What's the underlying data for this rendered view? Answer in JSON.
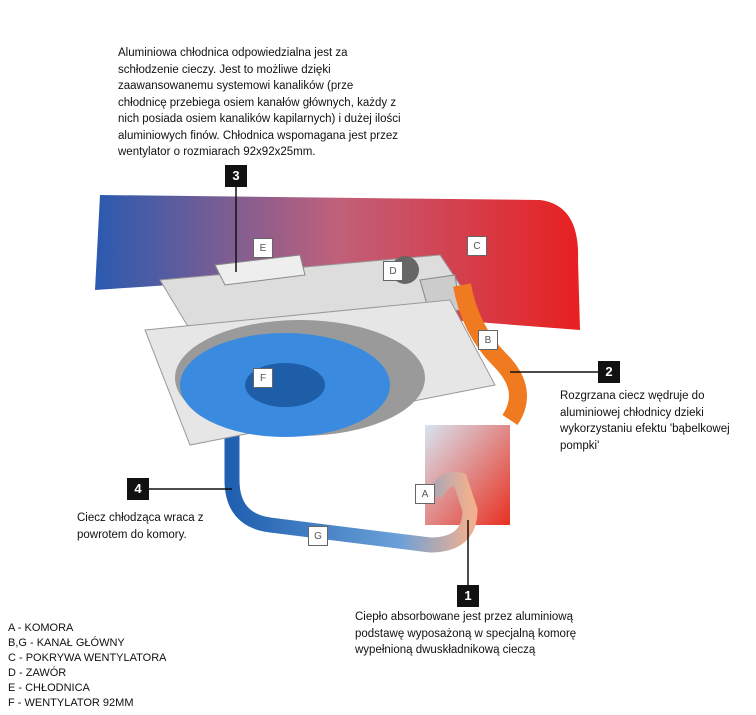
{
  "callouts": {
    "top": "Aluminiowa chłodnica odpowiedzialna jest za\nschłodzenie cieczy. Jest to możliwe dzięki\nzaawansowanemu systemowi kanalików (prze\nchłodnicę przebiega osiem kanałów głównych, każdy z\nnich posiada osiem kanalików kapilarnych) i dużej ilości\naluminiowych finów. Chłodnica wspomagana jest przez\nwentylator o rozmiarach 92x92x25mm.",
    "step1": "Ciepło absorbowane jest przez aluminiową\npodstawę wyposażoną w specjalną komorę\nwypełnioną dwuskładnikową cieczą",
    "step2": "Rozgrzana ciecz wędruje do\naluminiowej chłodnicy dzieki\nwykorzystaniu efektu 'bąbelkowej\npompki'",
    "step4": "Ciecz chłodząca wraca z\npowrotem do komory."
  },
  "markers": {
    "m1": "1",
    "m2": "2",
    "m3": "3",
    "m4": "4"
  },
  "parts": {
    "A": "A",
    "B": "B",
    "C": "C",
    "D": "D",
    "E": "E",
    "F": "F",
    "G": "G"
  },
  "legend": [
    "A - KOMORA",
    "B,G  - KANAŁ GŁÓWNY",
    "C - POKRYWA WENTYLATORA",
    "D - ZAWÓR",
    "E - CHŁODNICA",
    "F - WENTYLATOR 92MM"
  ],
  "colors": {
    "hot": "#e8231e",
    "cold": "#2b6fc0",
    "warm": "#f07020"
  }
}
